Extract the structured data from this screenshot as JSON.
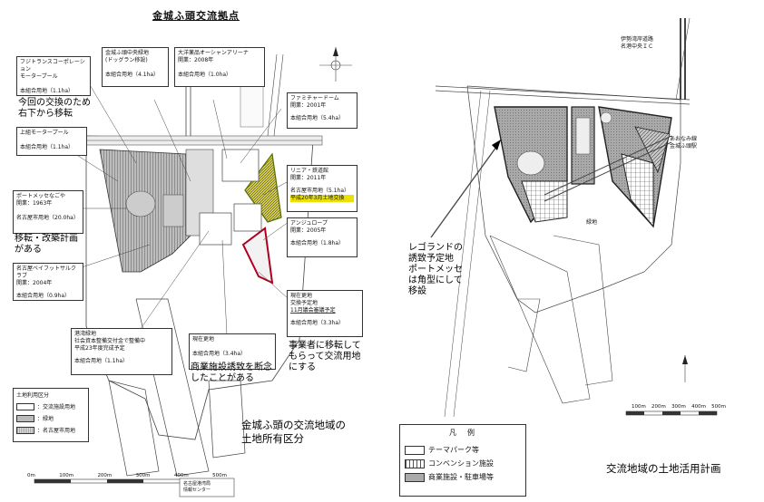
{
  "left_map": {
    "title": "金城ふ頭交流拠点",
    "boxes": {
      "fujitrans": {
        "l1": "フジトランスコーポレーション",
        "l2": "モータープール",
        "l3": "本組合用地（1.1ha）"
      },
      "kinjo_central": {
        "l1": "金城ふ頭中央緑地",
        "l2": "(ドッグラン移設)",
        "l3": "本組合用地（4.1ha）"
      },
      "taiyo_arena": {
        "l1": "大洋薬品オーシャンアリーナ",
        "l2": "開業：2008年",
        "l3": "本組合用地（1.0ha）"
      },
      "famisea": {
        "l1": "ファミチャードーム",
        "l2": "開業：2001年",
        "l3": "本組合用地（5.4ha）"
      },
      "kamigumi": {
        "l1": "上組モータープール",
        "l3": "本組合用地（1.1ha）"
      },
      "linear": {
        "l1": "リニア・鉄道館",
        "l2": "開業：2011年",
        "l3": "名古屋市用地（5.1ha）",
        "l4": "平成20年3月土地交換"
      },
      "angelope": {
        "l1": "アンジュロープ",
        "l2": "開業：2005年",
        "l3": "本組合用地（1.8ha）"
      },
      "portmesse": {
        "l1": "ポートメッセなごや",
        "l2": "開業：1963年",
        "l3": "名古屋市用地（20.0ha）"
      },
      "nagoya_ifu": {
        "l1": "名古屋ベイフットサルクラブ",
        "l2": "開業：2004年",
        "l3": "本組合用地（0.9ha）"
      },
      "genzai_exchange": {
        "l1": "現在更地",
        "l2": "交換予定地",
        "l3": "11月議会審議予定",
        "l4": "本組合用地（3.3ha）"
      },
      "port_green": {
        "l1": "港湾緑地",
        "l2": "社会資本整備交付金で整備中",
        "l3": "平成23年度完成予定",
        "l4": "本組合用地（1.1ha）"
      },
      "genzai": {
        "l1": "現在更地",
        "l3": "本組合用地（3.4ha）"
      }
    },
    "notes": {
      "relocation_exchange": "今回の交換のため右下から移転",
      "portmesse_plan": "移転・改築計画がある",
      "commercial": "商業施設誘致を断念したことがある",
      "operator": "事業者に移転してもらって交流用地にする"
    },
    "legend": {
      "title": "土地利用区分",
      "items": [
        "：交流施設用地",
        "：緑地",
        "：名古屋市用地"
      ]
    },
    "scale_labels": [
      "0m",
      "100m",
      "200m",
      "300m",
      "400m",
      "500m"
    ],
    "bottom_label": [
      "名古屋港湾局",
      "情報センター"
    ],
    "caption": [
      "金城ふ頭の交流地域の",
      "土地所有区分"
    ]
  },
  "right_map": {
    "labels": {
      "highway": [
        "伊勢湾岸道路",
        "名港中央ＩＣ"
      ],
      "station": [
        "あおなみ線",
        "金城ふ頭駅"
      ],
      "green": "緑地"
    },
    "note": [
      "レゴランドの",
      "誘致予定地",
      "ポートメッセ",
      "は角型にして",
      "移設"
    ],
    "legend": {
      "title": "凡　例",
      "items": [
        "テーマパーク等",
        "コンベンション施設",
        "商業施設・駐車場等"
      ]
    },
    "scale_labels": [
      "100m",
      "200m",
      "300m",
      "400m",
      "500m"
    ],
    "caption": "交流地域の土地活用計画"
  }
}
